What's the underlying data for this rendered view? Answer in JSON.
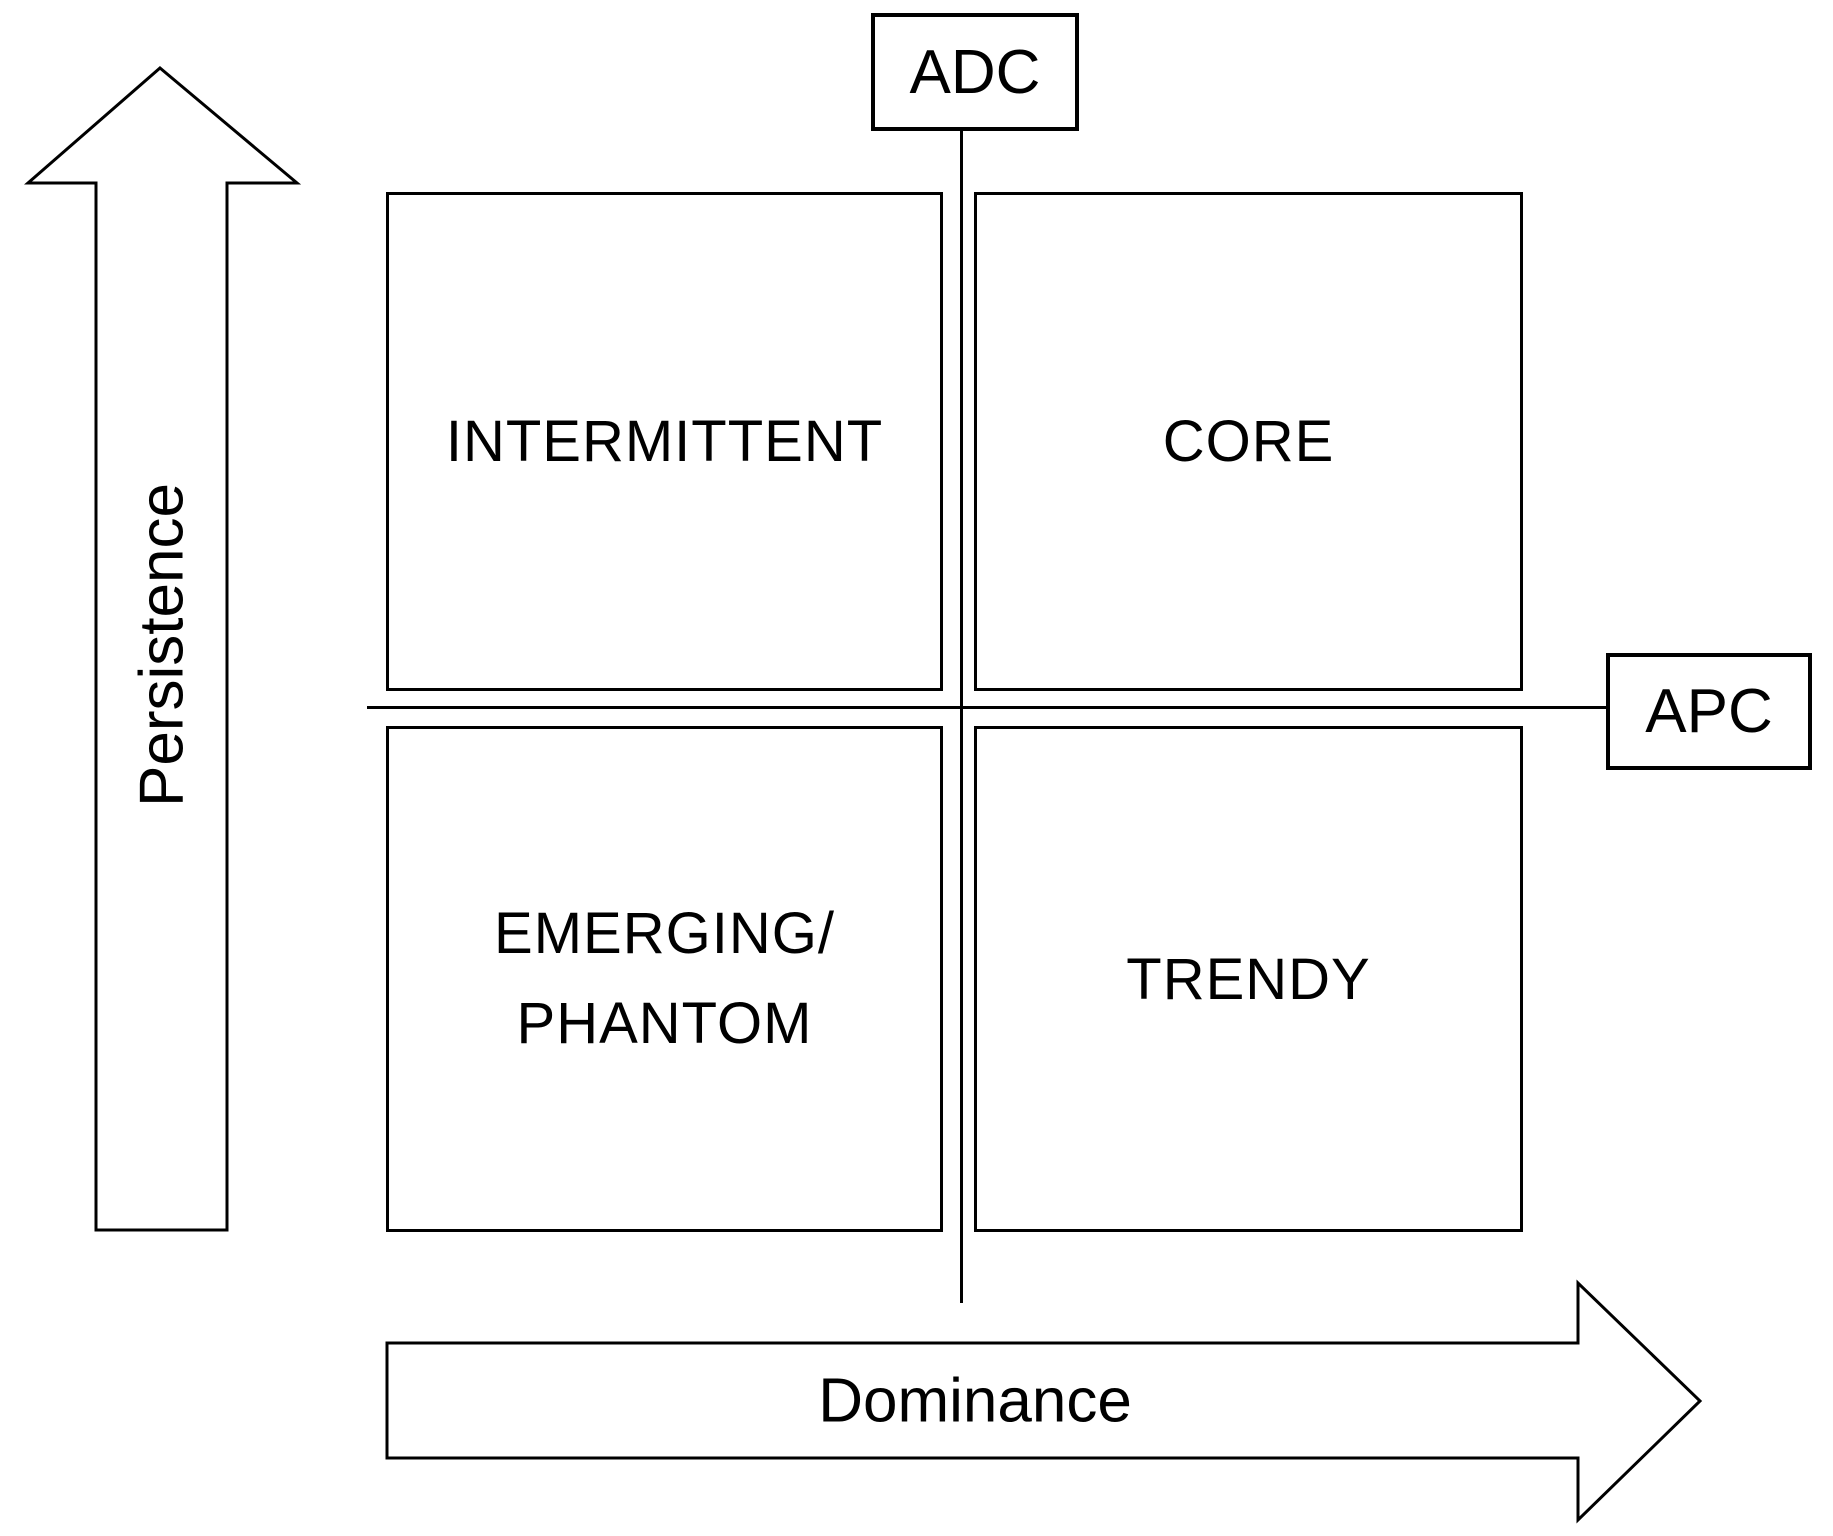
{
  "quadrants": {
    "top_left": {
      "label": "INTERMITTENT"
    },
    "top_right": {
      "label": "CORE"
    },
    "bottom_left": {
      "label_line1": "EMERGING/",
      "label_line2": "PHANTOM"
    },
    "bottom_right": {
      "label": "TRENDY"
    }
  },
  "axes": {
    "vertical": {
      "label": "Persistence"
    },
    "horizontal": {
      "label": "Dominance"
    }
  },
  "reference_lines": {
    "vertical": {
      "label": "ADC"
    },
    "horizontal": {
      "label": "APC"
    }
  },
  "colors": {
    "stroke": "#000000",
    "background": "#ffffff"
  }
}
